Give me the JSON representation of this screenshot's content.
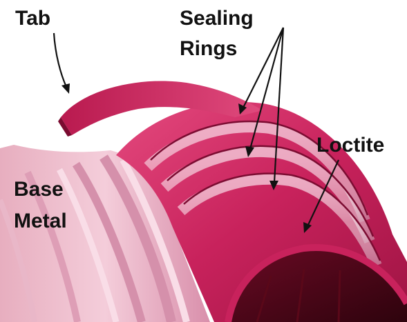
{
  "labels": {
    "tab": "Tab",
    "sealing_rings_line1": "Sealing",
    "sealing_rings_line2": "Rings",
    "loctite": "Loctite",
    "base_metal_line1": "Base",
    "base_metal_line2": "Metal"
  },
  "colors": {
    "background": "#ffffff",
    "base_metal_light": "#f2c6d6",
    "base_metal_mid": "#e5a3bb",
    "base_metal_dark": "#c97d98",
    "loctite_magenta": "#c8225c",
    "loctite_light": "#e0507f",
    "loctite_dark": "#8c0f3a",
    "interior_dark": "#4a0616",
    "label_text": "#111111"
  }
}
